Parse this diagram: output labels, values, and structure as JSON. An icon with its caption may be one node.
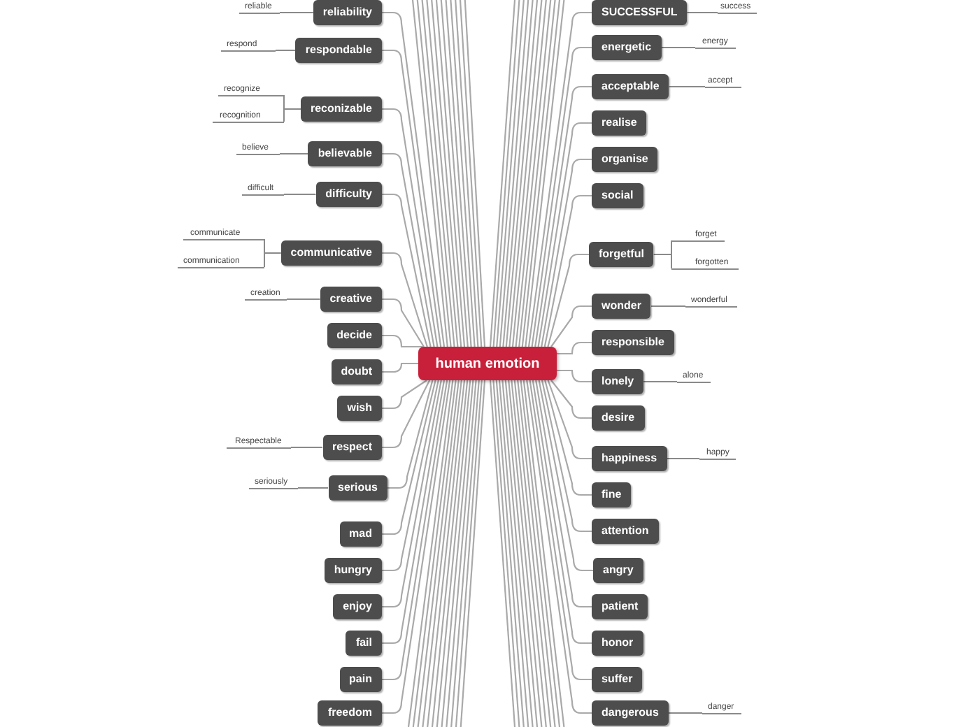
{
  "diagram": {
    "nodes": [
      {
        "text": [
          "human emotion"
        ]
      },
      {
        "text": [
          "reliability"
        ]
      },
      {
        "text": [
          "reliable"
        ]
      },
      {
        "text": [
          "respondable"
        ]
      },
      {
        "text": [
          "respond"
        ]
      },
      {
        "text": [
          "reconizable"
        ]
      },
      {
        "text": [
          "recognize"
        ]
      },
      {
        "text": [
          "recognition"
        ]
      },
      {
        "text": [
          "believable"
        ]
      },
      {
        "text": [
          "believe"
        ]
      },
      {
        "text": [
          "difficulty"
        ]
      },
      {
        "text": [
          "difficult"
        ]
      },
      {
        "text": [
          "communicative"
        ]
      },
      {
        "text": [
          "communicate"
        ]
      },
      {
        "text": [
          "communication"
        ]
      },
      {
        "text": [
          "creative"
        ]
      },
      {
        "text": [
          "creation"
        ]
      },
      {
        "text": [
          "decide"
        ]
      },
      {
        "text": [
          "doubt"
        ]
      },
      {
        "text": [
          "wish"
        ]
      },
      {
        "text": [
          "respect"
        ]
      },
      {
        "text": [
          "Respectable"
        ]
      },
      {
        "text": [
          "serious"
        ]
      },
      {
        "text": [
          "seriously"
        ]
      },
      {
        "text": [
          "mad"
        ]
      },
      {
        "text": [
          "hungry"
        ]
      },
      {
        "text": [
          "enjoy"
        ]
      },
      {
        "text": [
          "fail"
        ]
      },
      {
        "text": [
          "pain"
        ]
      },
      {
        "text": [
          "freedom"
        ]
      },
      {
        "text": [
          "SUCCESSFUL"
        ]
      },
      {
        "text": [
          "success"
        ]
      },
      {
        "text": [
          "energetic"
        ]
      },
      {
        "text": [
          "energy"
        ]
      },
      {
        "text": [
          "acceptable"
        ]
      },
      {
        "text": [
          "accept"
        ]
      },
      {
        "text": [
          "realise"
        ]
      },
      {
        "text": [
          "organise"
        ]
      },
      {
        "text": [
          "social"
        ]
      },
      {
        "text": [
          "forgetful"
        ]
      },
      {
        "text": [
          "forget"
        ]
      },
      {
        "text": [
          "forgotten"
        ]
      },
      {
        "text": [
          "wonder"
        ]
      },
      {
        "text": [
          "wonderful"
        ]
      },
      {
        "text": [
          "responsible"
        ]
      },
      {
        "text": [
          "lonely"
        ]
      },
      {
        "text": [
          "alone"
        ]
      },
      {
        "text": [
          "desire"
        ]
      },
      {
        "text": [
          "happiness"
        ]
      },
      {
        "text": [
          "happy"
        ]
      },
      {
        "text": [
          "fine"
        ]
      },
      {
        "text": [
          "attention"
        ]
      },
      {
        "text": [
          "angry"
        ]
      },
      {
        "text": [
          "patient"
        ]
      },
      {
        "text": [
          "honor"
        ]
      },
      {
        "text": [
          "suffer"
        ]
      },
      {
        "text": [
          "dangerous"
        ]
      },
      {
        "text": [
          "danger"
        ]
      }
    ],
    "edges": [
      {
        "from": 0,
        "to": 1,
        "arrow": "none"
      },
      {
        "from": 1,
        "to": 2,
        "arrow": "none"
      },
      {
        "from": 0,
        "to": 3,
        "arrow": "none"
      },
      {
        "from": 3,
        "to": 4,
        "arrow": "none"
      },
      {
        "from": 0,
        "to": 5,
        "arrow": "none"
      },
      {
        "from": 5,
        "to": 6,
        "arrow": "none"
      },
      {
        "from": 5,
        "to": 7,
        "arrow": "none"
      },
      {
        "from": 0,
        "to": 8,
        "arrow": "none"
      },
      {
        "from": 8,
        "to": 9,
        "arrow": "none"
      },
      {
        "from": 0,
        "to": 10,
        "arrow": "none"
      },
      {
        "from": 10,
        "to": 11,
        "arrow": "none"
      },
      {
        "from": 0,
        "to": 12,
        "arrow": "none"
      },
      {
        "from": 12,
        "to": 13,
        "arrow": "none"
      },
      {
        "from": 12,
        "to": 14,
        "arrow": "none"
      },
      {
        "from": 0,
        "to": 15,
        "arrow": "none"
      },
      {
        "from": 15,
        "to": 16,
        "arrow": "none"
      },
      {
        "from": 0,
        "to": 17,
        "arrow": "none"
      },
      {
        "from": 0,
        "to": 18,
        "arrow": "none"
      },
      {
        "from": 0,
        "to": 19,
        "arrow": "none"
      },
      {
        "from": 0,
        "to": 20,
        "arrow": "none"
      },
      {
        "from": 20,
        "to": 21,
        "arrow": "none"
      },
      {
        "from": 0,
        "to": 22,
        "arrow": "none"
      },
      {
        "from": 22,
        "to": 23,
        "arrow": "none"
      },
      {
        "from": 0,
        "to": 24,
        "arrow": "none"
      },
      {
        "from": 0,
        "to": 25,
        "arrow": "none"
      },
      {
        "from": 0,
        "to": 26,
        "arrow": "none"
      },
      {
        "from": 0,
        "to": 27,
        "arrow": "none"
      },
      {
        "from": 0,
        "to": 28,
        "arrow": "none"
      },
      {
        "from": 0,
        "to": 29,
        "arrow": "none"
      },
      {
        "from": 0,
        "to": 30,
        "arrow": "none"
      },
      {
        "from": 30,
        "to": 31,
        "arrow": "none"
      },
      {
        "from": 0,
        "to": 32,
        "arrow": "none"
      },
      {
        "from": 32,
        "to": 33,
        "arrow": "none"
      },
      {
        "from": 0,
        "to": 34,
        "arrow": "none"
      },
      {
        "from": 34,
        "to": 35,
        "arrow": "none"
      },
      {
        "from": 0,
        "to": 36,
        "arrow": "none"
      },
      {
        "from": 0,
        "to": 37,
        "arrow": "none"
      },
      {
        "from": 0,
        "to": 38,
        "arrow": "none"
      },
      {
        "from": 0,
        "to": 39,
        "arrow": "none"
      },
      {
        "from": 39,
        "to": 40,
        "arrow": "none"
      },
      {
        "from": 39,
        "to": 41,
        "arrow": "none"
      },
      {
        "from": 0,
        "to": 42,
        "arrow": "none"
      },
      {
        "from": 42,
        "to": 43,
        "arrow": "none"
      },
      {
        "from": 0,
        "to": 44,
        "arrow": "none"
      },
      {
        "from": 0,
        "to": 45,
        "arrow": "none"
      },
      {
        "from": 45,
        "to": 46,
        "arrow": "none"
      },
      {
        "from": 0,
        "to": 47,
        "arrow": "none"
      },
      {
        "from": 0,
        "to": 48,
        "arrow": "none"
      },
      {
        "from": 48,
        "to": 49,
        "arrow": "none"
      },
      {
        "from": 0,
        "to": 50,
        "arrow": "none"
      },
      {
        "from": 0,
        "to": 51,
        "arrow": "none"
      },
      {
        "from": 0,
        "to": 52,
        "arrow": "none"
      },
      {
        "from": 0,
        "to": 53,
        "arrow": "none"
      },
      {
        "from": 0,
        "to": 54,
        "arrow": "none"
      },
      {
        "from": 0,
        "to": 55,
        "arrow": "none"
      },
      {
        "from": 0,
        "to": 56,
        "arrow": "none"
      },
      {
        "from": 56,
        "to": 57,
        "arrow": "none"
      },
      {
        "from": 0,
        "to": null,
        "arrow": "none"
      },
      {
        "from": 0,
        "to": null,
        "arrow": "none"
      },
      {
        "from": 0,
        "to": null,
        "arrow": "none"
      },
      {
        "from": 0,
        "to": null,
        "arrow": "none"
      },
      {
        "from": 0,
        "to": null,
        "arrow": "none"
      },
      {
        "from": 0,
        "to": null,
        "arrow": "none"
      },
      {
        "from": 0,
        "to": null,
        "arrow": "none"
      },
      {
        "from": 0,
        "to": null,
        "arrow": "none"
      },
      {
        "from": 0,
        "to": null,
        "arrow": "none"
      },
      {
        "from": 0,
        "to": null,
        "arrow": "none"
      },
      {
        "from": 0,
        "to": null,
        "arrow": "none"
      },
      {
        "from": 0,
        "to": null,
        "arrow": "none"
      },
      {
        "from": 0,
        "to": null,
        "arrow": "none"
      },
      {
        "from": 0,
        "to": null,
        "arrow": "none"
      },
      {
        "from": 0,
        "to": null,
        "arrow": "none"
      },
      {
        "from": 0,
        "to": null,
        "arrow": "none"
      },
      {
        "from": 0,
        "to": null,
        "arrow": "none"
      },
      {
        "from": 0,
        "to": null,
        "arrow": "none"
      },
      {
        "from": 0,
        "to": null,
        "arrow": "none"
      },
      {
        "from": 0,
        "to": null,
        "arrow": "none"
      },
      {
        "from": 0,
        "to": null,
        "arrow": "none"
      },
      {
        "from": 0,
        "to": null,
        "arrow": "none"
      },
      {
        "from": 0,
        "to": null,
        "arrow": "none"
      },
      {
        "from": 0,
        "to": null,
        "arrow": "none"
      },
      {
        "from": 0,
        "to": null,
        "arrow": "none"
      },
      {
        "from": 0,
        "to": null,
        "arrow": "none"
      },
      {
        "from": 0,
        "to": null,
        "arrow": "none"
      },
      {
        "from": 0,
        "to": null,
        "arrow": "none"
      },
      {
        "from": 0,
        "to": null,
        "arrow": "none"
      },
      {
        "from": 0,
        "to": null,
        "arrow": "none"
      },
      {
        "from": 0,
        "to": null,
        "arrow": "none"
      },
      {
        "from": 0,
        "to": null,
        "arrow": "none"
      },
      {
        "from": 0,
        "to": null,
        "arrow": "none"
      },
      {
        "from": 0,
        "to": null,
        "arrow": "none"
      },
      {
        "from": 0,
        "to": null,
        "arrow": "none"
      },
      {
        "from": 0,
        "to": null,
        "arrow": "none"
      },
      {
        "from": 0,
        "to": null,
        "arrow": "none"
      },
      {
        "from": 0,
        "to": null,
        "arrow": "none"
      },
      {
        "from": 0,
        "to": null,
        "arrow": "none"
      },
      {
        "from": 0,
        "to": null,
        "arrow": "none"
      },
      {
        "from": 0,
        "to": null,
        "arrow": "none"
      },
      {
        "from": 0,
        "to": null,
        "arrow": "none"
      },
      {
        "from": 0,
        "to": null,
        "arrow": "none"
      },
      {
        "from": 0,
        "to": null,
        "arrow": "none"
      },
      {
        "from": 0,
        "to": null,
        "arrow": "none"
      },
      {
        "from": 0,
        "to": null,
        "arrow": "none"
      },
      {
        "from": 0,
        "to": null,
        "arrow": "none"
      },
      {
        "from": 0,
        "to": null,
        "arrow": "none"
      }
    ]
  }
}
